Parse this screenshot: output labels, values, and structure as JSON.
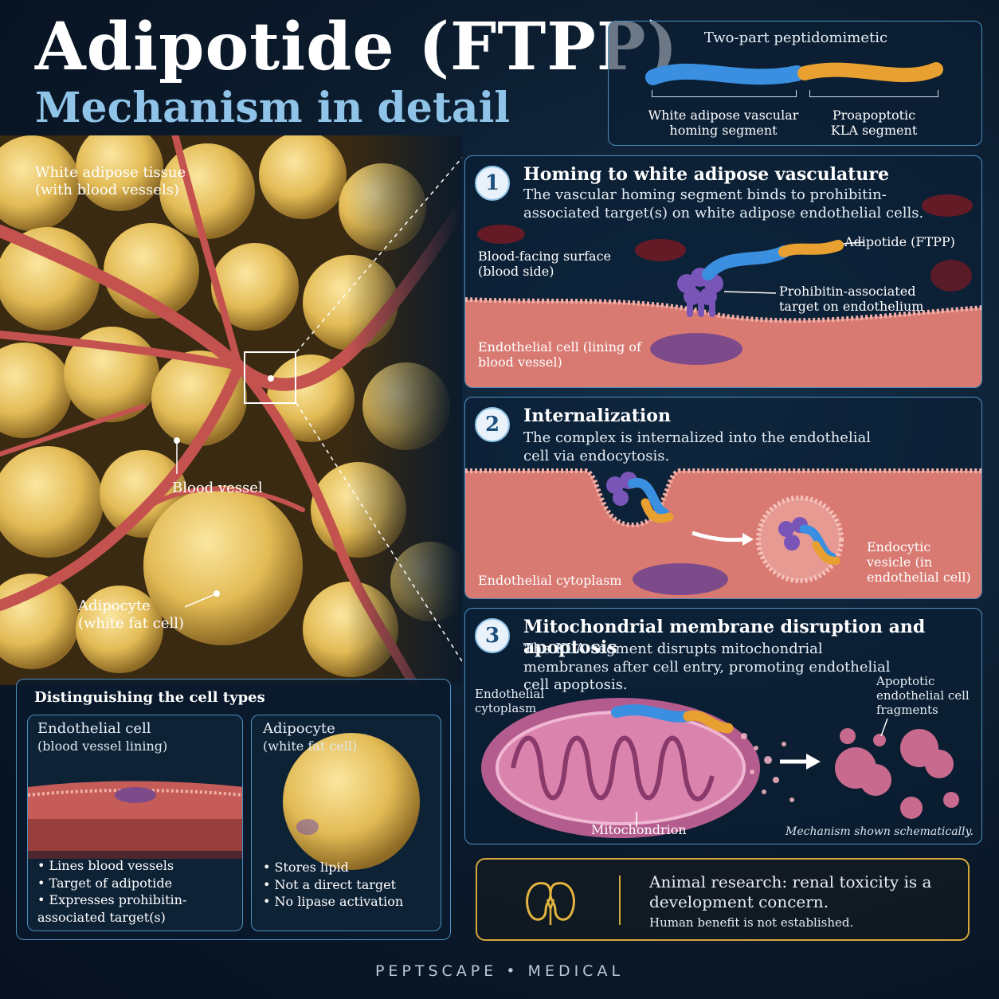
{
  "header": {
    "title": "Adipotide (FTPP)",
    "subtitle": "Mechanism in detail"
  },
  "peptide_box": {
    "title": "Two-part peptidomimetic",
    "left_label": "White adipose vascular homing segment",
    "right_label": "Proapoptotic KLA segment"
  },
  "tissue": {
    "tissue_label": "White adipose tissue (with blood vessels)",
    "vessel_label": "Blood vessel",
    "adipocyte_label": "Adipocyte (white fat cell)"
  },
  "step1": {
    "number": "1",
    "title": "Homing to white adipose vasculature",
    "text": "The vascular homing segment binds to prohibitin-associated target(s) on white adipose endothelial cells.",
    "label_blood": "Blood-facing surface (blood side)",
    "label_drug": "Adipotide (FTPP)",
    "label_target": "Prohibitin-associated target on endothelium",
    "label_endo": "Endothelial cell (lining of blood vessel)"
  },
  "step2": {
    "number": "2",
    "title": "Internalization",
    "text": "The complex is internalized into the endothelial cell via endocytosis.",
    "label_cyto": "Endothelial cytoplasm",
    "label_vesicle": "Endocytic vesicle (in endothelial cell)"
  },
  "step3": {
    "number": "3",
    "title": "Mitochondrial membrane disruption and apoptosis",
    "text": "The KLA segment disrupts mitochondrial membranes after cell entry, promoting endothelial cell apoptosis.",
    "label_cyto": "Endothelial cytoplasm",
    "label_mito": "Mitochondrion",
    "label_frag": "Apoptotic endothelial cell fragments",
    "note": "Mechanism shown schematically."
  },
  "distinguish": {
    "title": "Distinguishing the cell types",
    "endo_title": "Endothelial cell",
    "endo_sub": "(blood vessel lining)",
    "endo_points": [
      "Lines blood vessels",
      "Target of adipotide",
      "Expresses prohibitin-associated target(s)"
    ],
    "adipo_title": "Adipocyte",
    "adipo_sub": "(white fat cell)",
    "adipo_points": [
      "Stores lipid",
      "Not a direct target",
      "No lipase activation"
    ]
  },
  "warning": {
    "line1": "Animal research: renal toxicity is a development concern.",
    "line2": "Human benefit is not established."
  },
  "footer": "PEPTSCAPE • MEDICAL",
  "colors": {
    "accent": "#8fc3e8",
    "warning_border": "#d4a73a",
    "vessel": "#c4534f",
    "fat": "#e8c35e"
  }
}
